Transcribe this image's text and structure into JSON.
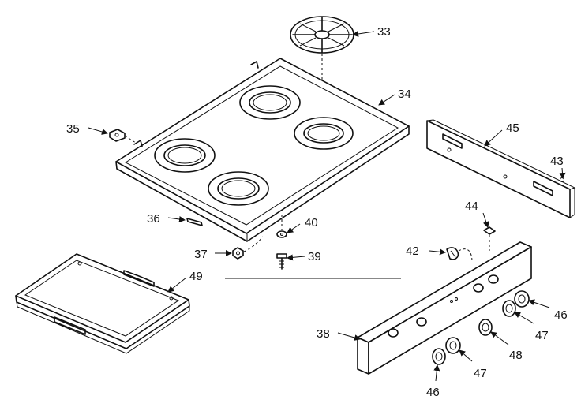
{
  "callouts": {
    "c33": "33",
    "c34": "34",
    "c35": "35",
    "c36": "36",
    "c37": "37",
    "c38": "38",
    "c39": "39",
    "c40": "40",
    "c42": "42",
    "c43": "43",
    "c44": "44",
    "c45": "45",
    "c46a": "46",
    "c46b": "46",
    "c47a": "47",
    "c47b": "47",
    "c48": "48",
    "c49": "49"
  }
}
